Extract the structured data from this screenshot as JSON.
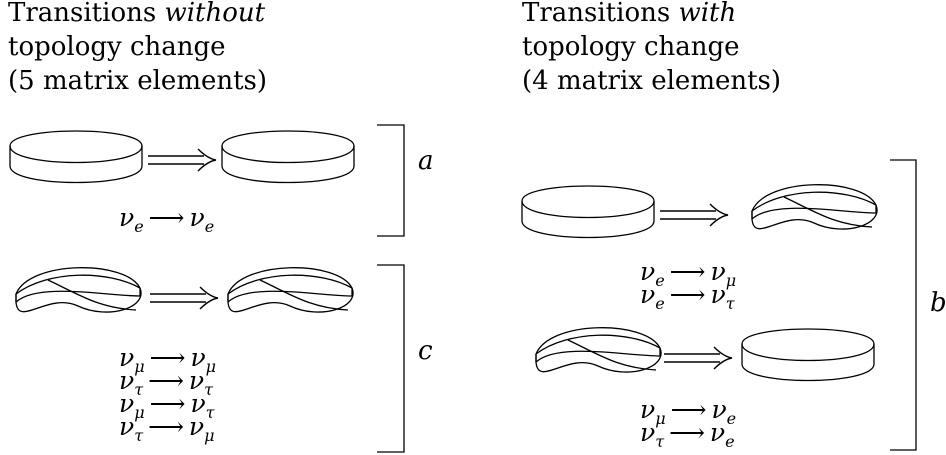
{
  "headings": {
    "left": {
      "prefix": "Transitions ",
      "emph": "without",
      "line2": "topology change",
      "line3": "(5 matrix elements)"
    },
    "right": {
      "prefix": "Transitions ",
      "emph": "with",
      "line2": "topology change",
      "line3": "(4 matrix elements)"
    }
  },
  "labels": {
    "a": "a",
    "b": "b",
    "c": "c"
  },
  "symbols": {
    "nu": "ν",
    "arrow": "⟶"
  },
  "groups": {
    "a": [
      {
        "from": "e",
        "to": "e"
      }
    ],
    "c": [
      {
        "from": "μ",
        "to": "μ"
      },
      {
        "from": "τ",
        "to": "τ"
      },
      {
        "from": "μ",
        "to": "τ"
      },
      {
        "from": "τ",
        "to": "μ"
      }
    ],
    "b_top": [
      {
        "from": "e",
        "to": "μ"
      },
      {
        "from": "e",
        "to": "τ"
      }
    ],
    "b_bottom": [
      {
        "from": "μ",
        "to": "e"
      },
      {
        "from": "τ",
        "to": "e"
      }
    ]
  }
}
